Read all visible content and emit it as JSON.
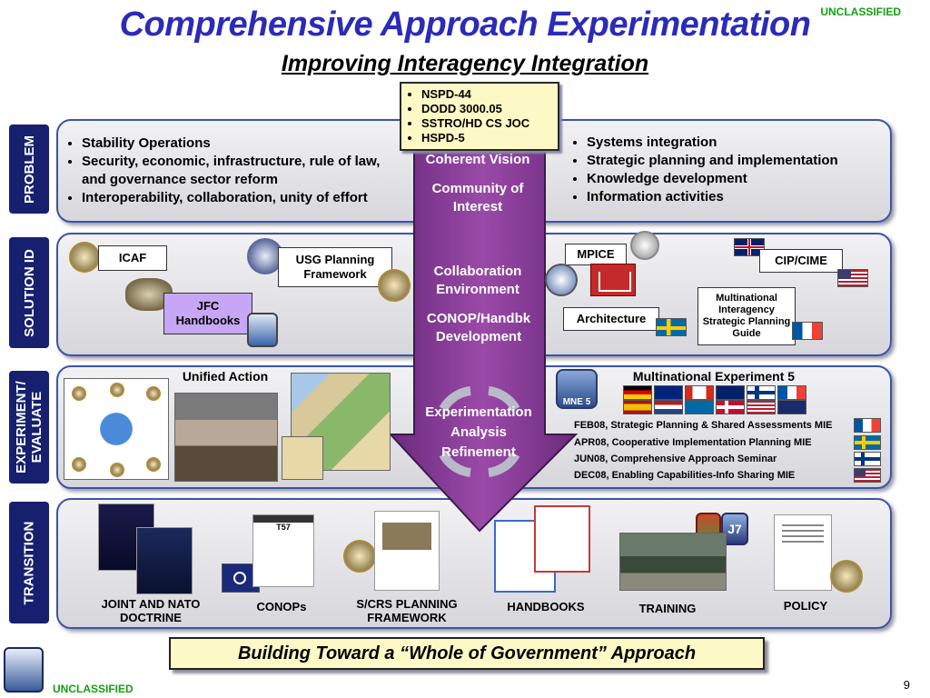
{
  "header": {
    "title": "Comprehensive Approach Experimentation",
    "subtitle": "Improving Interagency Integration",
    "classification": "UNCLASSIFIED"
  },
  "footer": {
    "classification": "UNCLASSIFIED",
    "page_number": "9",
    "banner": "Building Toward a “Whole of Government” Approach"
  },
  "policy_box": [
    "NSPD-44",
    "DODD 3000.05",
    "SSTRO/HD CS JOC",
    "HSPD-5"
  ],
  "arrow": {
    "coherent_vision": "Coherent Vision",
    "community": "Community of Interest",
    "collaboration": "Collaboration Environment",
    "conop": "CONOP/Handbk Development",
    "experimentation": "Experimentation",
    "analysis": "Analysis",
    "refinement": "Refinement"
  },
  "problem": {
    "tab": "PROBLEM",
    "left_items": [
      "Stability Operations",
      "Security, economic, infrastructure, rule of law, and governance sector reform",
      "Interoperability, collaboration, unity of effort"
    ],
    "right_items": [
      "Systems integration",
      "Strategic planning and implementation",
      "Knowledge development",
      "Information activities"
    ]
  },
  "solution": {
    "tab": "SOLUTION ID",
    "icaf": "ICAF",
    "usg": "USG Planning Framework",
    "jfc": "JFC Handbooks",
    "mpice": "MPICE",
    "architecture": "Architecture",
    "cip": "CIP/CIME",
    "mn_guide": "Multinational Interagency Strategic Planning Guide"
  },
  "experiment": {
    "tab": "EXPERIMENT/ EVALUATE",
    "unified_action": "Unified Action",
    "mne5": "Multinational Experiment 5",
    "mne_badge": "MNE 5",
    "events": [
      "FEB08, Strategic Planning & Shared Assessments MIE",
      "APR08, Cooperative Implementation Planning MIE",
      "JUN08, Comprehensive Approach Seminar",
      "DEC08, Enabling Capabilities-Info Sharing MIE"
    ]
  },
  "transition": {
    "tab": "TRANSITION",
    "captions": [
      "JOINT AND NATO DOCTRINE",
      "CONOPs",
      "S/CRS PLANNING FRAMEWORK",
      "HANDBOOKS",
      "TRAINING",
      "POLICY"
    ],
    "j7": "J7",
    "doc_t57": "T57"
  },
  "colors": {
    "title_blue": "#2b2bb8",
    "tab_navy": "#16206e",
    "arrow_purple": "#8a3a9a",
    "classification_green": "#11a011",
    "note_yellow": "#fdf9c6",
    "jfc_lavender": "#c7a6f5"
  }
}
